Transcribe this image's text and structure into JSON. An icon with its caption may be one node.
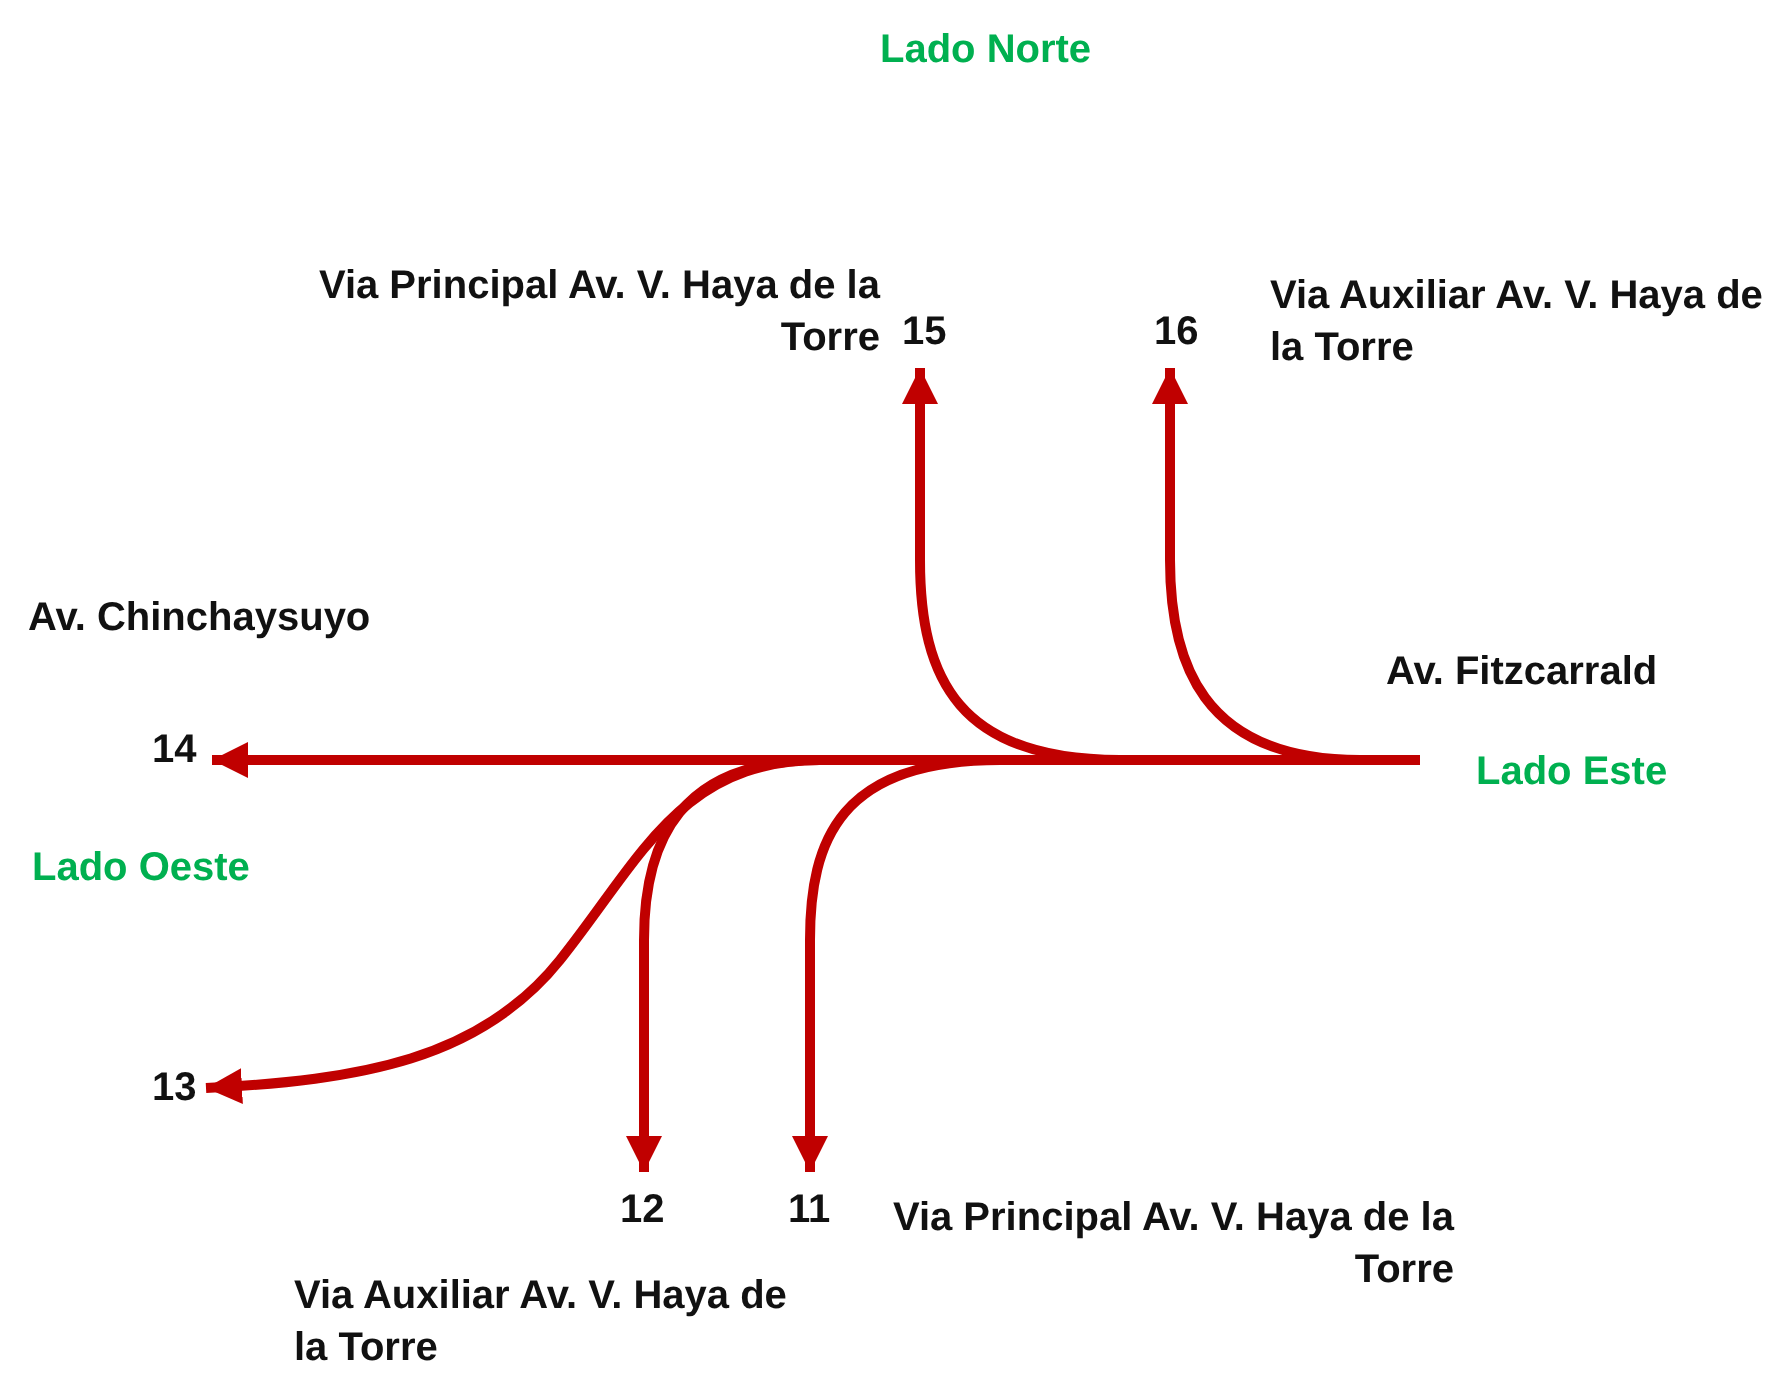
{
  "diagram": {
    "nodes": [
      {
        "text": [
          "14"
        ],
        "beside": [
          "Av. Chinchaysuyo"
        ]
      },
      {
        "text": [
          "13"
        ]
      },
      {
        "text": [
          "12"
        ],
        "beside": [
          "Via Auxiliar Av. V. Haya de la Torre"
        ]
      },
      {
        "text": [
          "11"
        ],
        "beside": [
          "Via Principal Av. V. Haya de la Torre"
        ]
      },
      {
        "text": [
          "15"
        ],
        "beside": [
          "Via Principal Av. V. Haya de la Torre"
        ]
      },
      {
        "text": [
          "16"
        ],
        "beside": [
          "Via Auxiliar Av. V. Haya de la Torre"
        ]
      }
    ],
    "edges": [
      {
        "from": null,
        "to": 0,
        "arrow": "to"
      },
      {
        "from": null,
        "to": 1,
        "arrow": "to"
      },
      {
        "from": null,
        "to": 2,
        "arrow": "to"
      },
      {
        "from": null,
        "to": 3,
        "arrow": "to"
      },
      {
        "from": null,
        "to": 4,
        "arrow": "to"
      },
      {
        "from": null,
        "to": 5,
        "arrow": "to"
      }
    ],
    "labels": [
      "Lado Norte",
      "Av. Fitzcarrald",
      "Lado Este",
      "Lado Oeste"
    ]
  }
}
